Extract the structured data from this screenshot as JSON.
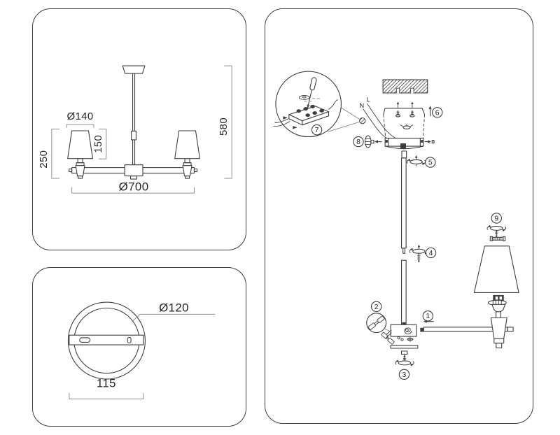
{
  "colors": {
    "background": "#ffffff",
    "line": "#3d3d3d",
    "dimension_line": "#8f8f8f",
    "text": "#262626"
  },
  "front_view": {
    "shade_diameter": "Ø140",
    "shade_height": "150",
    "lamp_drop": "250",
    "total_height": "580",
    "total_diameter": "Ø700"
  },
  "top_view": {
    "canopy_diameter": "Ø120",
    "bracket_length": "115"
  },
  "assembly": {
    "wire_neutral": "N",
    "wire_live": "L",
    "steps": [
      "1",
      "2",
      "3",
      "4",
      "5",
      "6",
      "7",
      "8",
      "9"
    ]
  }
}
